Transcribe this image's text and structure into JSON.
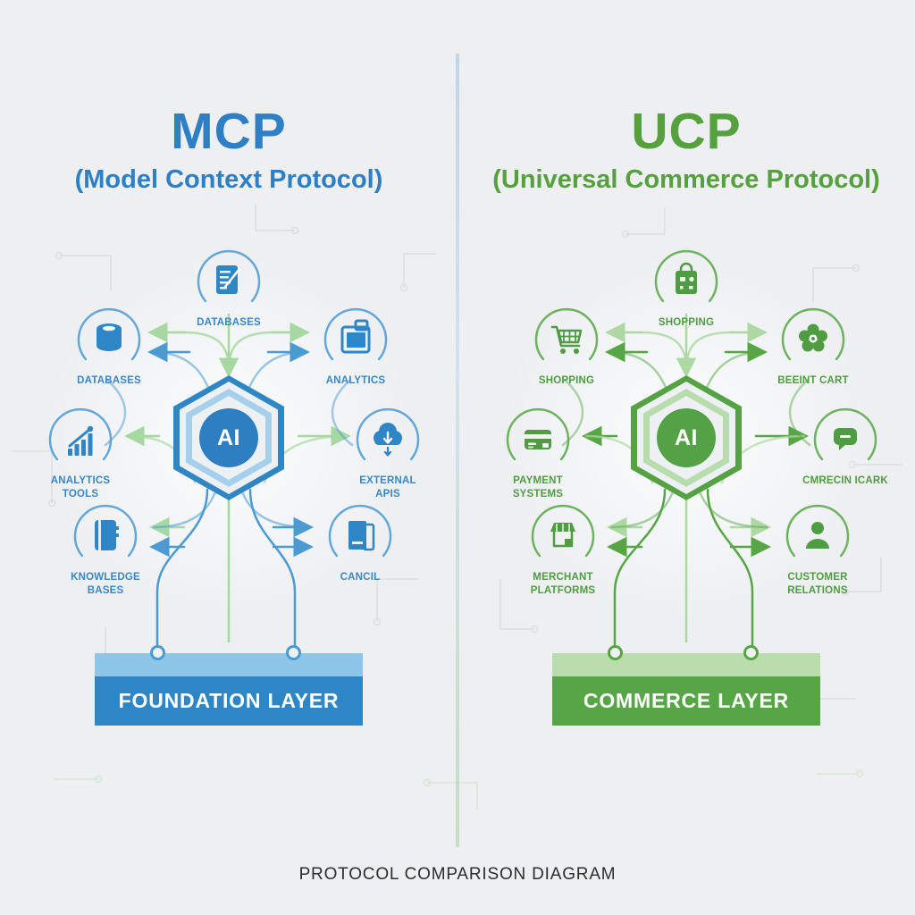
{
  "caption": "PROTOCOL COMPARISON DIAGRAM",
  "colors": {
    "mcp_blue": "#2e86c4",
    "mcp_blue_light": "#8ec6e9",
    "ucp_green": "#57a646",
    "ucp_green_light": "#b9ddad",
    "wire_blue": "#4b9ad2",
    "wire_green_light": "#a8d8a2",
    "background": "#edeff1",
    "caption_text": "#2d2d2d"
  },
  "left": {
    "title": "MCP",
    "subtitle": "(Model Context Protocol)",
    "ai_label": "AI",
    "layer_label": "FOUNDATION LAYER",
    "nodes": {
      "top": "DATABASES",
      "upper_left": "DATABASES",
      "mid_left": "ANALYTICS TOOLS",
      "lower_left": "KNOWLEDGE BASES",
      "upper_right": "ANALYTICS",
      "mid_right": "EXTERNAL APIS",
      "lower_right": "CANCIL"
    }
  },
  "right": {
    "title": "UCP",
    "subtitle": "(Universal Commerce Protocol)",
    "ai_label": "AI",
    "layer_label": "COMMERCE LAYER",
    "nodes": {
      "top": "SHOPPING",
      "upper_left": "SHOPPING",
      "mid_left": "PAYMENT SYSTEMS",
      "lower_left": "MERCHANT PLATFORMS",
      "upper_right": "BEEINT CART",
      "mid_right": "CMRECIN ICARK",
      "lower_right": "CUSTOMER RELATIONS"
    }
  }
}
